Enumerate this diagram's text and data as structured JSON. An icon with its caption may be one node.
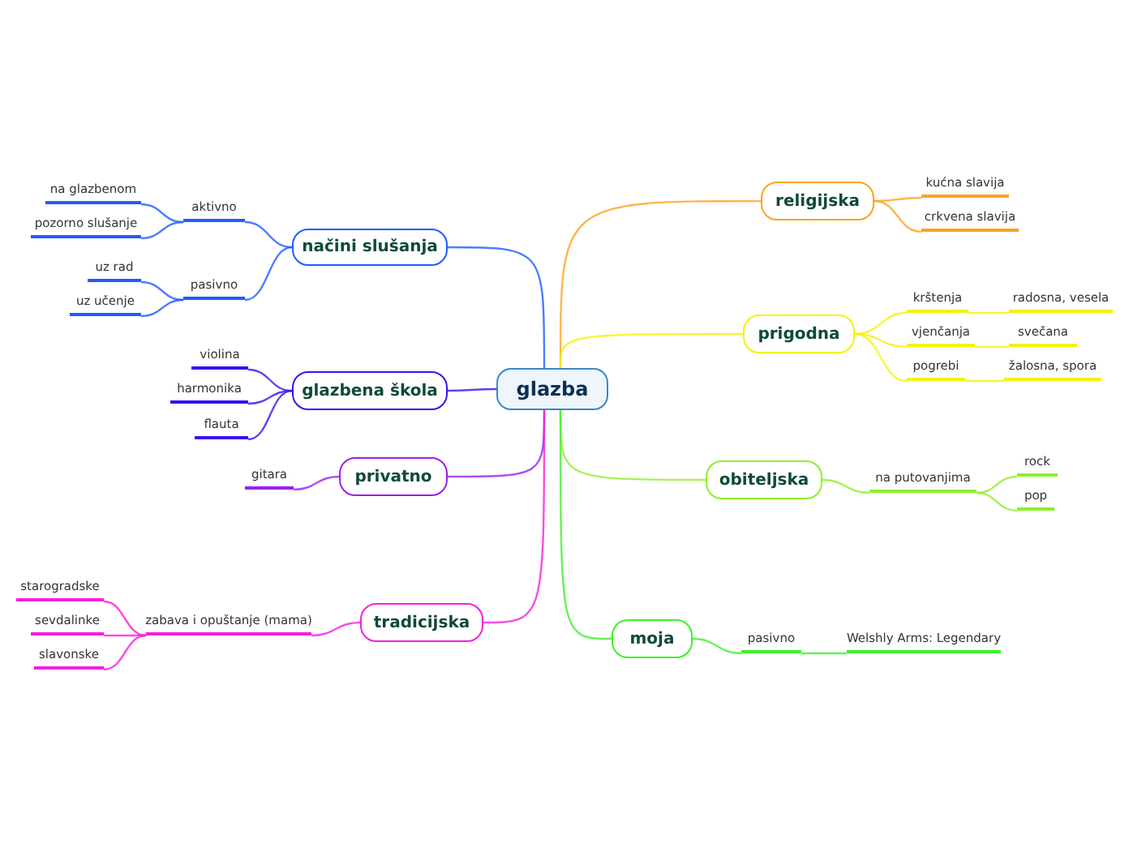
{
  "diagram": {
    "nodes": [
      {
        "text": [
          "glazba"
        ]
      },
      {
        "text": [
          "religijska"
        ]
      },
      {
        "text": [
          "kućna slavija"
        ]
      },
      {
        "text": [
          "crkvena slavija"
        ]
      },
      {
        "text": [
          "prigodna"
        ]
      },
      {
        "text": [
          "krštenja"
        ]
      },
      {
        "text": [
          "radosna, vesela"
        ]
      },
      {
        "text": [
          "vjenčanja"
        ]
      },
      {
        "text": [
          "svečana"
        ]
      },
      {
        "text": [
          "pogrebi"
        ]
      },
      {
        "text": [
          "žalosna, spora"
        ]
      },
      {
        "text": [
          "obiteljska"
        ]
      },
      {
        "text": [
          "na putovanjima"
        ]
      },
      {
        "text": [
          "rock"
        ]
      },
      {
        "text": [
          "pop"
        ]
      },
      {
        "text": [
          "moja"
        ]
      },
      {
        "text": [
          "pasivno"
        ]
      },
      {
        "text": [
          "Welshly Arms: Legendary"
        ]
      },
      {
        "text": [
          "načini slušanja"
        ]
      },
      {
        "text": [
          "aktivno"
        ]
      },
      {
        "text": [
          "na glazbenom"
        ]
      },
      {
        "text": [
          "pozorno slušanje"
        ]
      },
      {
        "text": [
          "pasivno"
        ]
      },
      {
        "text": [
          "uz rad"
        ]
      },
      {
        "text": [
          "uz učenje"
        ]
      },
      {
        "text": [
          "glazbena škola"
        ]
      },
      {
        "text": [
          "violina"
        ]
      },
      {
        "text": [
          "harmonika"
        ]
      },
      {
        "text": [
          "flauta"
        ]
      },
      {
        "text": [
          "privatno"
        ]
      },
      {
        "text": [
          "gitara"
        ]
      },
      {
        "text": [
          "tradicijska"
        ]
      },
      {
        "text": [
          "zabava i opuštanje (mama)"
        ]
      },
      {
        "text": [
          "starogradske"
        ]
      },
      {
        "text": [
          "sevdalinke"
        ]
      },
      {
        "text": [
          "slavonske"
        ]
      }
    ],
    "edges": [
      {
        "from": 0,
        "to": 1,
        "arrow": "none",
        "color": "#ffa21f"
      },
      {
        "from": 1,
        "to": 2,
        "arrow": "none",
        "color": "#ffa21f"
      },
      {
        "from": 1,
        "to": 3,
        "arrow": "none",
        "color": "#ffa21f"
      },
      {
        "from": 0,
        "to": 4,
        "arrow": "none",
        "color": "#f2f20a"
      },
      {
        "from": 4,
        "to": 5,
        "arrow": "none",
        "color": "#f2f20a"
      },
      {
        "from": 5,
        "to": 6,
        "arrow": "none",
        "color": "#f2f20a"
      },
      {
        "from": 4,
        "to": 7,
        "arrow": "none",
        "color": "#f2f20a"
      },
      {
        "from": 7,
        "to": 8,
        "arrow": "none",
        "color": "#f2f20a"
      },
      {
        "from": 4,
        "to": 9,
        "arrow": "none",
        "color": "#f2f20a"
      },
      {
        "from": 9,
        "to": 10,
        "arrow": "none",
        "color": "#f2f20a"
      },
      {
        "from": 0,
        "to": 11,
        "arrow": "none",
        "color": "#8cf02a"
      },
      {
        "from": 11,
        "to": 12,
        "arrow": "none",
        "color": "#8cf02a"
      },
      {
        "from": 12,
        "to": 13,
        "arrow": "none",
        "color": "#8cf02a"
      },
      {
        "from": 12,
        "to": 14,
        "arrow": "none",
        "color": "#8cf02a"
      },
      {
        "from": 0,
        "to": 15,
        "arrow": "none",
        "color": "#3ef02a"
      },
      {
        "from": 15,
        "to": 16,
        "arrow": "none",
        "color": "#3ef02a"
      },
      {
        "from": 16,
        "to": 17,
        "arrow": "none",
        "color": "#3ef02a"
      },
      {
        "from": 0,
        "to": 18,
        "arrow": "none",
        "color": "#1f5cff"
      },
      {
        "from": 18,
        "to": 19,
        "arrow": "none",
        "color": "#1f5cff"
      },
      {
        "from": 19,
        "to": 20,
        "arrow": "none",
        "color": "#1f5cff"
      },
      {
        "from": 19,
        "to": 21,
        "arrow": "none",
        "color": "#1f5cff"
      },
      {
        "from": 18,
        "to": 22,
        "arrow": "none",
        "color": "#1f5cff"
      },
      {
        "from": 22,
        "to": 23,
        "arrow": "none",
        "color": "#1f5cff"
      },
      {
        "from": 22,
        "to": 24,
        "arrow": "none",
        "color": "#1f5cff"
      },
      {
        "from": 0,
        "to": 25,
        "arrow": "none",
        "color": "#3a10f0"
      },
      {
        "from": 25,
        "to": 26,
        "arrow": "none",
        "color": "#3a10f0"
      },
      {
        "from": 25,
        "to": 27,
        "arrow": "none",
        "color": "#3a10f0"
      },
      {
        "from": 25,
        "to": 28,
        "arrow": "none",
        "color": "#3a10f0"
      },
      {
        "from": 0,
        "to": 29,
        "arrow": "none",
        "color": "#9a1ff0"
      },
      {
        "from": 29,
        "to": 30,
        "arrow": "none",
        "color": "#9a1ff0"
      },
      {
        "from": 0,
        "to": 31,
        "arrow": "none",
        "color": "#f51fdc"
      },
      {
        "from": 31,
        "to": 32,
        "arrow": "none",
        "color": "#f51fdc"
      },
      {
        "from": 32,
        "to": 33,
        "arrow": "none",
        "color": "#f51fdc"
      },
      {
        "from": 32,
        "to": 34,
        "arrow": "none",
        "color": "#f51fdc"
      },
      {
        "from": 32,
        "to": 35,
        "arrow": "none",
        "color": "#f51fdc"
      }
    ]
  }
}
